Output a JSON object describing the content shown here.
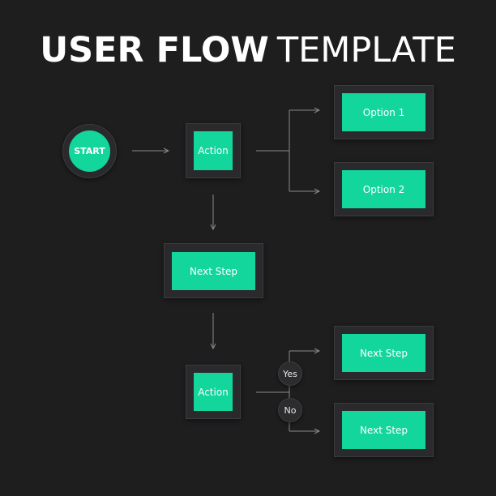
{
  "title": {
    "bold": "USER FLOW",
    "light": "TEMPLATE"
  },
  "colors": {
    "accent": "#12d69c",
    "background": "#1e1e1f",
    "card": "#2a2a2c",
    "connector": "#8a8a8a"
  },
  "nodes": {
    "start": "START",
    "action_top": "Action",
    "option_1": "Option 1",
    "option_2": "Option 2",
    "next_step_middle": "Next Step",
    "action_bottom": "Action",
    "next_step_yes": "Next Step",
    "next_step_no": "Next Step"
  },
  "decisions": {
    "yes": "Yes",
    "no": "No"
  }
}
